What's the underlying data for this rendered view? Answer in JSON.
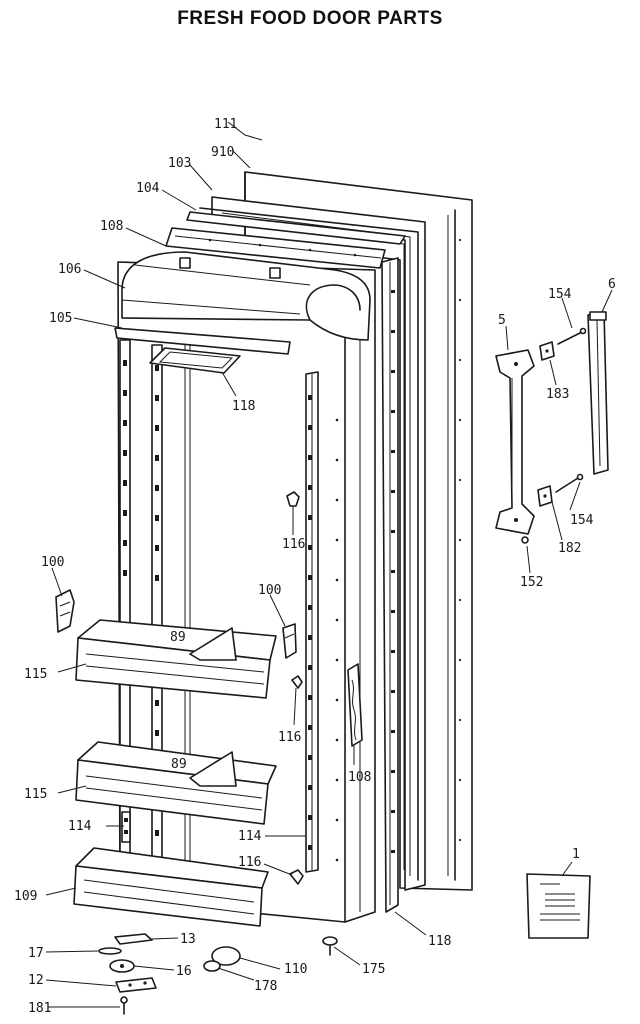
{
  "title": "FRESH FOOD DOOR PARTS",
  "labels": {
    "p111": "111",
    "p910": "910",
    "p103": "103",
    "p104": "104",
    "p108_top": "108",
    "p106": "106",
    "p105": "105",
    "p118_top": "118",
    "p154_top": "154",
    "p6": "6",
    "p5": "5",
    "p183": "183",
    "p116_a": "116",
    "p154_bottom": "154",
    "p182": "182",
    "p152": "152",
    "p100_left": "100",
    "p100_right": "100",
    "p89_upper": "89",
    "p115_upper": "115",
    "p116_b": "116",
    "p108_mid": "108",
    "p89_lower": "89",
    "p115_lower": "115",
    "p114_left": "114",
    "p114_right": "114",
    "p116_c": "116",
    "p1": "1",
    "p109": "109",
    "p118_bottom": "118",
    "p17": "17",
    "p13": "13",
    "p16": "16",
    "p110": "110",
    "p175": "175",
    "p12": "12",
    "p178": "178",
    "p181": "181"
  }
}
